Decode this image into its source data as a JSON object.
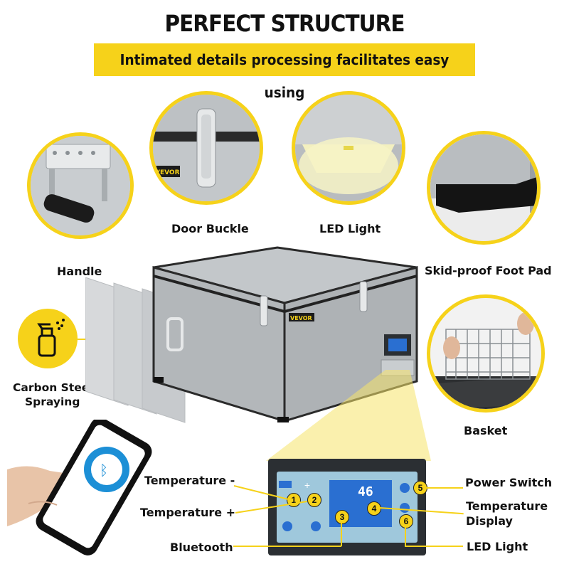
{
  "header": {
    "title": "PERFECT STRUCTURE",
    "subtitle": "Intimated details processing facilitates easy using"
  },
  "features": {
    "handle": "Handle",
    "door_buckle": "Door Buckle",
    "led_light": "LED Light",
    "foot_pad": "Skid-proof Foot Pad",
    "carbon_steel": "Carbon Steel",
    "spraying": "Spraying",
    "basket": "Basket"
  },
  "brand": {
    "logo_text": "VEVOR"
  },
  "panel": {
    "display_value": "46",
    "callouts": [
      {
        "num": "1",
        "label": "Temperature -"
      },
      {
        "num": "2",
        "label": "Temperature +"
      },
      {
        "num": "3",
        "label": "Bluetooth"
      },
      {
        "num": "4",
        "label_line1": "Temperature",
        "label_line2": "Display"
      },
      {
        "num": "5",
        "label": "Power Switch"
      },
      {
        "num": "6",
        "label": "LED Light"
      }
    ]
  },
  "colors": {
    "accent": "#f6d21a",
    "steel": "#b7bbbe",
    "panel": "#2b2f33",
    "screen": "#2a6fd1"
  }
}
